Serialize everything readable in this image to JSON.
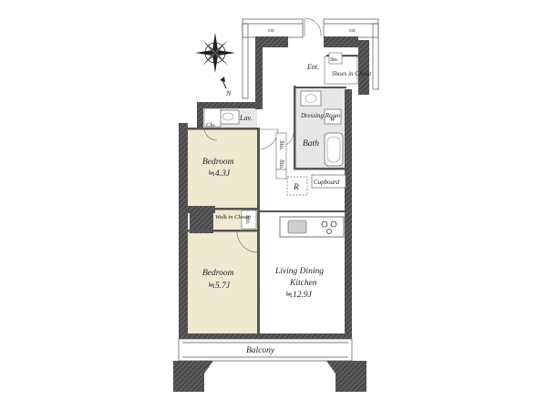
{
  "colors": {
    "bedroom_floor": "#efe9d2",
    "ldk_floor": "#ffffff",
    "wall": "#4a4a4a",
    "wet_area": "#e7e7e7"
  },
  "icons": [
    "compass-rose-icon",
    "north-arrow-icon"
  ],
  "compass": {
    "north_label": "N"
  },
  "meter_boxes": {
    "left": "MB",
    "right": "MB"
  },
  "rooms": {
    "entrance": "Ent.",
    "shoes_closet": "Shoes in Closet",
    "storage_top": "Sto.",
    "lavatory": "Lav.",
    "closet_nw": "Clo.",
    "dressing_room": "Dressing Room",
    "bath": "Bath",
    "storage_hall_1": "Sto.",
    "storage_hall_2": "Sto.",
    "washer": "W",
    "refrigerator": "R",
    "cupboard": "Cupboard",
    "bedroom1": {
      "name": "Bedroom",
      "size": "≒4.3J"
    },
    "walk_in_closet": "Walk in Closet",
    "storage_wic": "Sto.",
    "bedroom2": {
      "name": "Bedroom",
      "size": "≒5.7J"
    },
    "ldk": {
      "name_line1": "Living Dining",
      "name_line2": "Kitchen",
      "size": "≒12.9J"
    },
    "balcony": "Balcony"
  }
}
